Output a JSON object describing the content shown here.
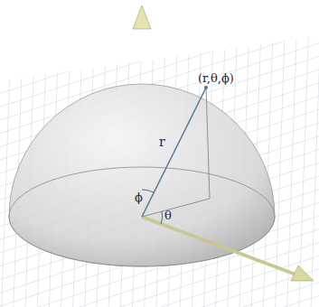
{
  "diagram": {
    "labels": [
      "(r,θ,ϕ)",
      "r",
      "ϕ",
      "θ"
    ]
  }
}
